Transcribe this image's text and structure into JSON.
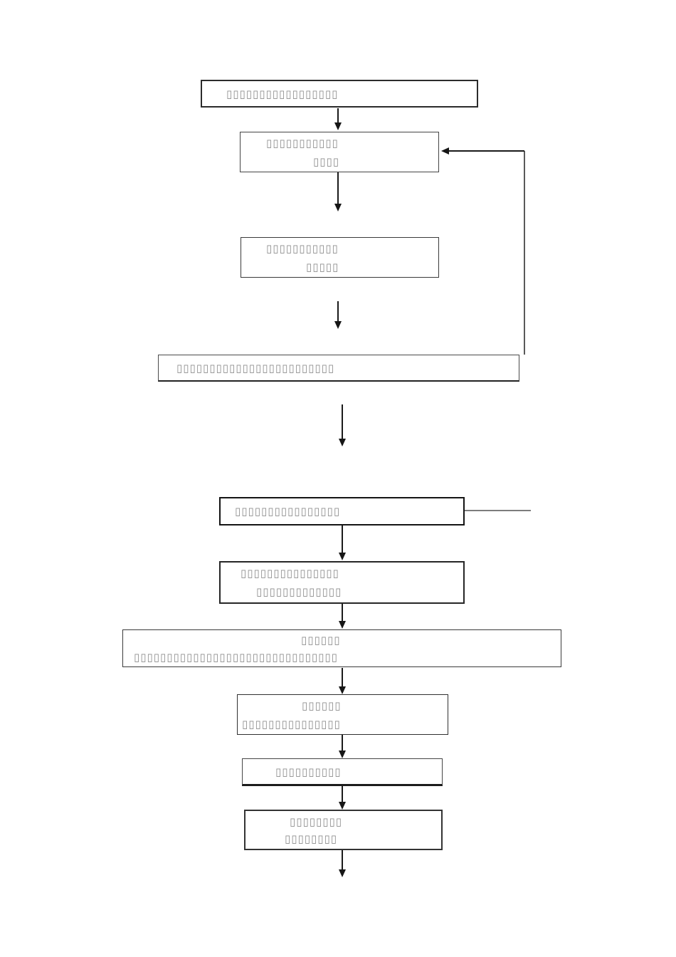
{
  "document": {
    "background": "#ffffff",
    "description_of_rendered_text": "all characters appear as hollow placeholder (tofu) glyphs"
  },
  "colors": {
    "ink": "#1a1a1a",
    "box_border": "#3a3a3a",
    "glyph_placeholder": "#8e8e8e",
    "feedback_line": "#5a5a5a",
    "side_line": "#7d7d7d"
  },
  "flowchart": {
    "boxes": [
      {
        "name": "step-1",
        "lines": [
          "▯▯▯▯▯▯▯▯▯▯▯▯▯▯▯▯▯"
        ]
      },
      {
        "name": "step-2",
        "lines": [
          "▯▯▯▯▯▯▯▯▯▯▯",
          "▯▯▯▯"
        ]
      },
      {
        "name": "step-3",
        "lines": [
          "▯▯▯▯▯▯▯▯▯▯▯",
          "▯▯▯▯▯"
        ]
      },
      {
        "name": "step-4",
        "lines": [
          "▯▯▯▯▯▯▯▯▯▯▯▯▯▯▯▯▯▯▯▯▯▯▯▯"
        ]
      },
      {
        "name": "step-5",
        "lines": [
          "▯▯▯▯▯▯▯▯▯▯▯▯▯▯▯▯"
        ]
      },
      {
        "name": "step-6",
        "lines": [
          "▯▯▯▯▯▯▯▯▯▯▯▯▯▯▯",
          "▯▯▯▯▯▯▯▯▯▯▯▯▯"
        ]
      },
      {
        "name": "step-7",
        "lines": [
          "▯▯▯▯▯▯",
          "▯▯▯▯▯▯▯▯▯▯▯▯▯▯▯▯▯▯▯▯▯▯▯▯▯▯▯▯▯▯▯"
        ]
      },
      {
        "name": "step-8",
        "lines": [
          "▯▯▯▯▯▯",
          "▯▯▯▯▯▯▯▯▯▯▯▯▯▯▯"
        ]
      },
      {
        "name": "step-9",
        "lines": [
          "▯▯▯▯▯▯▯▯▯▯"
        ]
      },
      {
        "name": "step-10",
        "lines": [
          "▯▯▯▯▯▯▯▯",
          "▯▯▯▯▯▯▯▯"
        ]
      }
    ],
    "connectors": [
      {
        "name": "arrow-1",
        "type": "arrow-down",
        "from": "step-1",
        "to": "step-2"
      },
      {
        "name": "arrow-2",
        "type": "arrow-down",
        "from": "step-2",
        "to": "step-3"
      },
      {
        "name": "arrow-3",
        "type": "arrow-down",
        "from": "step-3",
        "to": "step-4"
      },
      {
        "name": "arrow-4",
        "type": "arrow-down",
        "from": "step-4",
        "to": "step-5"
      },
      {
        "name": "arrow-5",
        "type": "arrow-down",
        "from": "step-5",
        "to": "step-6"
      },
      {
        "name": "arrow-6",
        "type": "arrow-down",
        "from": "step-6",
        "to": "step-7"
      },
      {
        "name": "arrow-7",
        "type": "arrow-down",
        "from": "step-7",
        "to": "step-8"
      },
      {
        "name": "arrow-8",
        "type": "arrow-down",
        "from": "step-8",
        "to": "step-9"
      },
      {
        "name": "arrow-9",
        "type": "arrow-down",
        "from": "step-9",
        "to": "step-10"
      },
      {
        "name": "arrow-10",
        "type": "arrow-down",
        "from": "step-10",
        "to": "below"
      },
      {
        "name": "feedback-loop",
        "type": "elbow-arrow-left",
        "from": "step-4-right",
        "to": "step-2-right"
      },
      {
        "name": "side-stub",
        "type": "line-right",
        "from": "step-5-right",
        "to": "open-end"
      }
    ]
  }
}
